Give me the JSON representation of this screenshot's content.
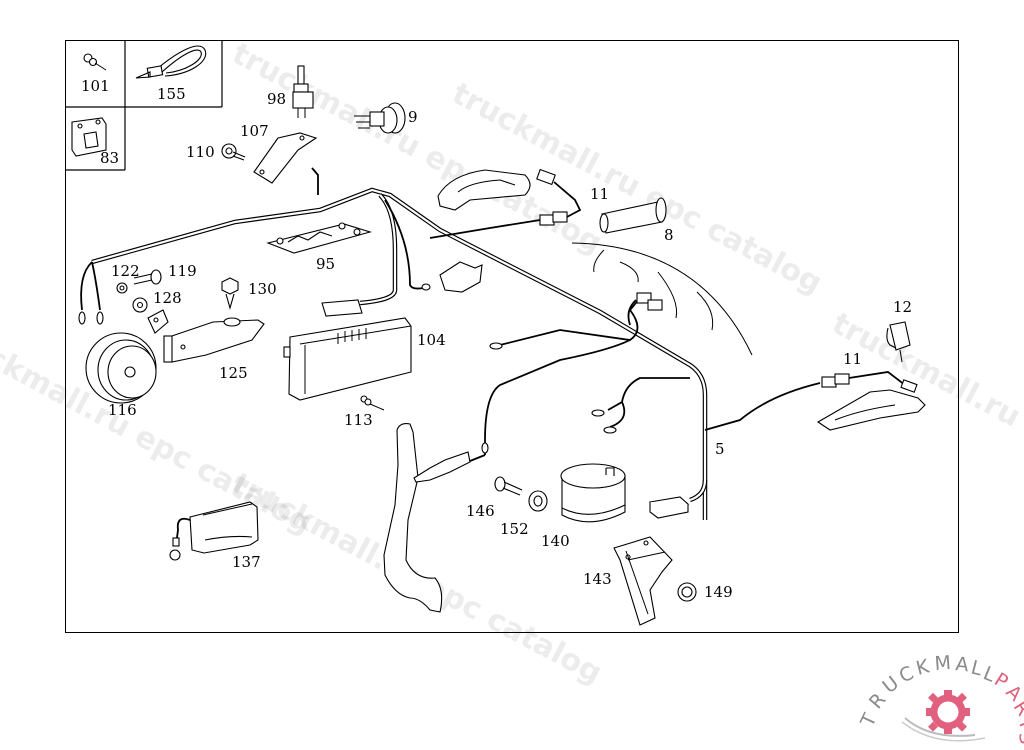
{
  "diagram": {
    "type": "exploded parts diagram",
    "subject": "electrical wiring harness with horn, relays, switches and sensors",
    "part_labels": {
      "p101": "101",
      "p155": "155",
      "p83": "83",
      "p98": "98",
      "p9": "9",
      "p107": "107",
      "p110": "110",
      "p11a": "11",
      "p8": "8",
      "p95": "95",
      "p122": "122",
      "p119": "119",
      "p128": "128",
      "p130": "130",
      "p104": "104",
      "p125": "125",
      "p116": "116",
      "p113": "113",
      "p12": "12",
      "p11b": "11",
      "p5": "5",
      "p146": "146",
      "p152": "152",
      "p140": "140",
      "p137": "137",
      "p143": "143",
      "p149": "149"
    }
  },
  "watermarks": [
    "truckmall.ru epc catalog",
    "truckmall.ru epc catalog",
    "truckmall.ru epc catalog",
    "truckmall.ru epc catalog",
    "truckmall.ru epc catalog"
  ],
  "logo": {
    "text_gray": "TRUCKMALL",
    "text_pink": "PARTS",
    "gray_color": "#8a8a8a",
    "pink_color": "#e0607e"
  }
}
